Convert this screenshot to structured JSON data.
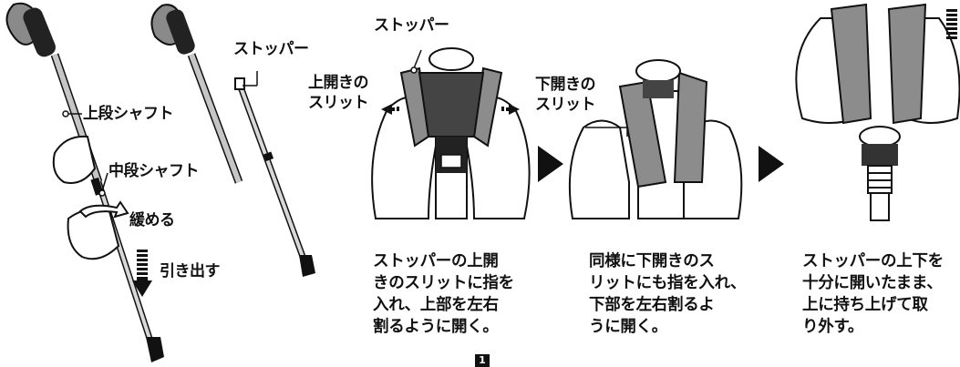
{
  "labels": {
    "upper_shaft": "上段シャフト",
    "middle_shaft": "中段シャフト",
    "loosen": "緩める",
    "pull_out": "引き出す",
    "stopper_pole": "ストッパー",
    "stopper_top": "ストッパー",
    "upper_slit": [
      "上開きの",
      "スリット"
    ],
    "lower_slit": [
      "下開きの",
      "スリット"
    ]
  },
  "captions": {
    "step1": [
      "ストッパーの上開",
      "きのスリットに指を",
      "入れ、上部を左右",
      "割るように開く。"
    ],
    "step2": [
      "同様に下開きのス",
      "リットにも指を入れ、",
      "下部を左右割るよ",
      "うに開く。"
    ],
    "step3": [
      "ストッパーの上下を",
      "十分に開いたまま、",
      "上に持ち上げて取",
      "り外す。"
    ]
  },
  "page_number": "1",
  "colors": {
    "ink": "#111111",
    "shaft": "#bfbfbf",
    "stopper": "#8c8c8c",
    "hand": "#ffffff"
  }
}
